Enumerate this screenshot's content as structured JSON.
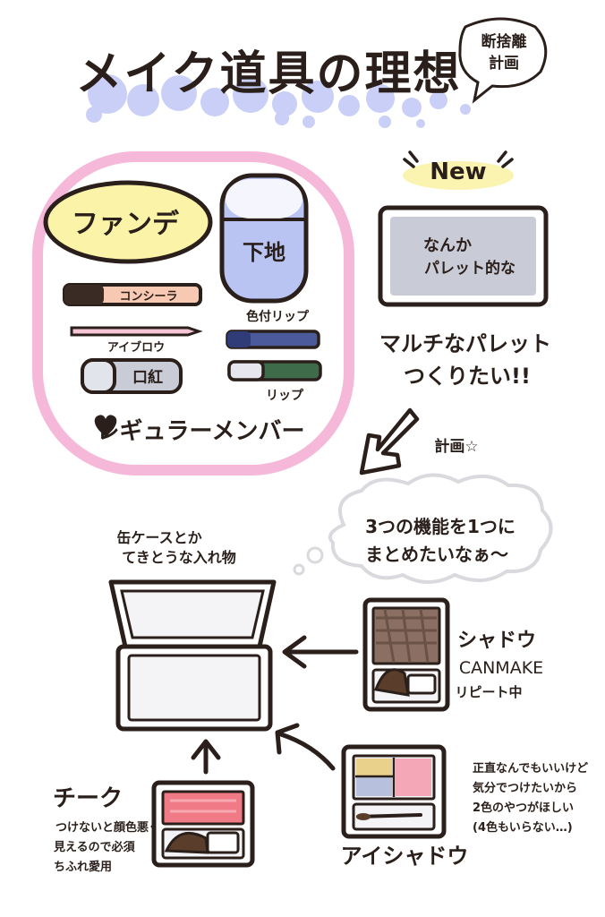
{
  "title": {
    "main": "メイク道具の理想",
    "bubble_line1": "断捨離",
    "bubble_line2": "計画"
  },
  "regular": {
    "foundation": "ファンデ",
    "base": "下地",
    "concealer": "コンシーラ",
    "tinted_lip": "色付リップ",
    "eyebrow": "アイブロウ",
    "lipstick": "口紅",
    "lip": "リップ",
    "caption": "レギュラーメンバー"
  },
  "new_item": {
    "badge": "New",
    "palette_line1": "なんか",
    "palette_line2": "パレット的な",
    "caption_line1": "マルチなパレット",
    "caption_line2": "つくりたい!!"
  },
  "plan": {
    "label": "計画☆",
    "thought_line1": "3つの機能を1つに",
    "thought_line2": "まとめたいなぁ～",
    "case_line1": "缶ケースとか",
    "case_line2": "てきとうな入れ物"
  },
  "shadow": {
    "title": "シャドウ",
    "brand": "CANMAKE",
    "note": "リピート中"
  },
  "eyeshadow": {
    "title": "アイシャドウ",
    "note_line1": "正直なんでもいいけど",
    "note_line2": "気分でつけたいから",
    "note_line3": "2色のやつがほしい",
    "note_line4": "(4色もいらない…)"
  },
  "cheek": {
    "title": "チーク",
    "note_line1": "つけないと顔色悪く",
    "note_line2": "見えるので必須",
    "note_line3": "ちふれ愛用"
  },
  "colors": {
    "frame_pink": "#f5b8d8",
    "bubble_blue": "#c9cff7",
    "foundation_yellow": "#fbf3a8",
    "base_blue": "#b9c4f2",
    "concealer_peach": "#f7c9b2",
    "tinted_lip_navy": "#4b5a9a",
    "lip_green": "#3e6b4a",
    "palette_gray": "#c9cbd6",
    "case_gray": "#f4f4f7",
    "cheek_pink": "#f07a86"
  }
}
